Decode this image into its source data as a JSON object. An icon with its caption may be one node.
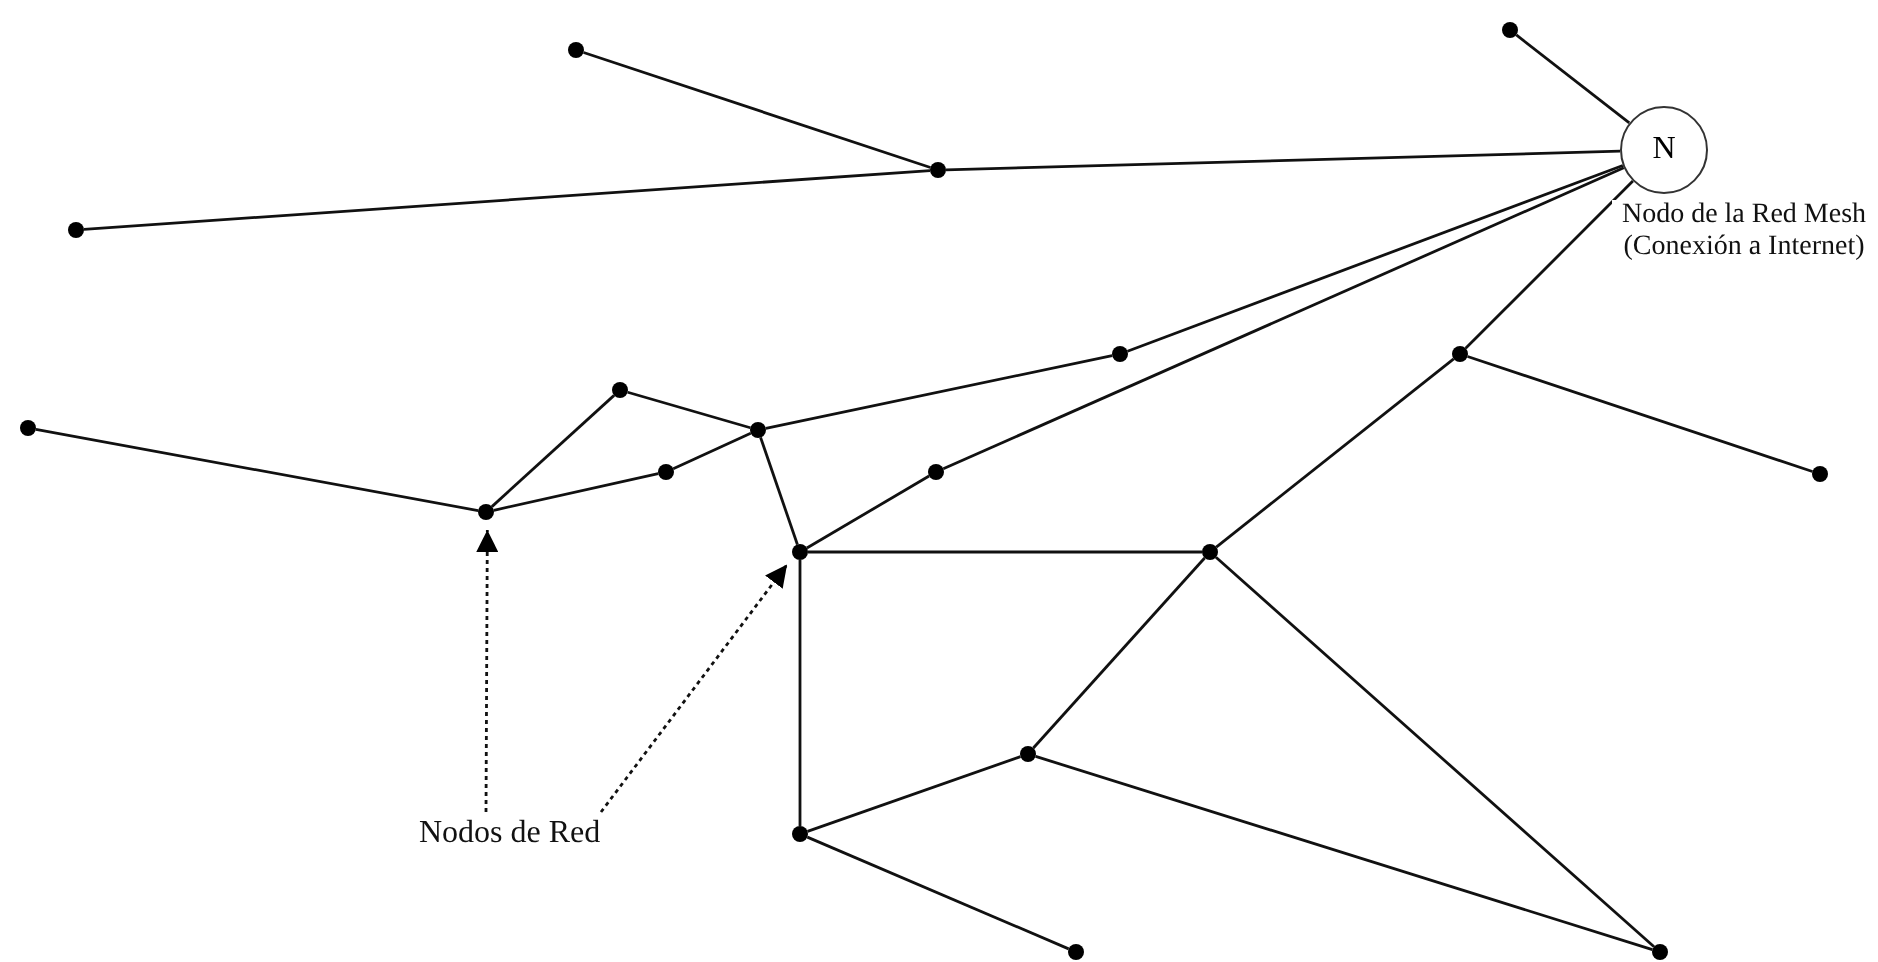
{
  "diagram": {
    "nodes": [
      {
        "text": [],
        "shape": "circle"
      },
      {
        "text": [],
        "shape": "circle"
      },
      {
        "text": [
          "N"
        ],
        "beside": [
          "Nodo de la Red Mesh (Conexión a Internet)"
        ]
      },
      {
        "text": [],
        "shape": "circle"
      },
      {
        "text": [],
        "shape": "circle"
      },
      {
        "text": [],
        "shape": "circle"
      },
      {
        "text": [],
        "shape": "circle"
      },
      {
        "text": [],
        "shape": "circle"
      },
      {
        "text": [],
        "shape": "circle"
      },
      {
        "text": [],
        "shape": "circle"
      },
      {
        "text": [],
        "shape": "circle"
      },
      {
        "text": [],
        "shape": "circle"
      },
      {
        "text": [],
        "shape": "circle"
      },
      {
        "text": [],
        "shape": "circle"
      },
      {
        "text": [],
        "shape": "circle"
      },
      {
        "text": [],
        "shape": "circle"
      },
      {
        "text": [],
        "shape": "circle"
      },
      {
        "text": [],
        "shape": "circle"
      },
      {
        "text": [
          "Nodos de Red"
        ]
      },
      {
        "text": [],
        "shape": "circle"
      },
      {
        "text": [],
        "shape": "circle"
      }
    ],
    "edges": [
      {
        "from": 0,
        "to": 3,
        "arrow": "none"
      },
      {
        "from": 3,
        "to": 2,
        "arrow": "none"
      },
      {
        "from": 4,
        "to": 3,
        "arrow": "none"
      },
      {
        "from": 1,
        "to": 2,
        "arrow": "none"
      },
      {
        "from": 2,
        "to": 5,
        "arrow": "none"
      },
      {
        "from": 5,
        "to": 9,
        "arrow": "none"
      },
      {
        "from": 2,
        "to": 11,
        "arrow": "none"
      },
      {
        "from": 11,
        "to": 14,
        "arrow": "none"
      },
      {
        "from": 2,
        "to": 6,
        "arrow": "none"
      },
      {
        "from": 6,
        "to": 12,
        "arrow": "none"
      },
      {
        "from": 6,
        "to": 15,
        "arrow": "none"
      },
      {
        "from": 8,
        "to": 13,
        "arrow": "none"
      },
      {
        "from": 13,
        "to": 7,
        "arrow": "none"
      },
      {
        "from": 7,
        "to": 9,
        "arrow": "none"
      },
      {
        "from": 13,
        "to": 10,
        "arrow": "none"
      },
      {
        "from": 10,
        "to": 9,
        "arrow": "none"
      },
      {
        "from": 9,
        "to": 14,
        "arrow": "none"
      },
      {
        "from": 14,
        "to": 15,
        "arrow": "none"
      },
      {
        "from": 14,
        "to": 17,
        "arrow": "none"
      },
      {
        "from": 15,
        "to": 16,
        "arrow": "none"
      },
      {
        "from": 15,
        "to": 19,
        "arrow": "none"
      },
      {
        "from": 16,
        "to": 17,
        "arrow": "none"
      },
      {
        "from": 16,
        "to": 19,
        "arrow": "none"
      },
      {
        "from": 17,
        "to": 20,
        "arrow": "none"
      },
      {
        "from": 18,
        "to": 13,
        "arrow": "to",
        "style": "dashed"
      },
      {
        "from": 18,
        "to": 14,
        "arrow": "to",
        "style": "dashed"
      }
    ]
  }
}
